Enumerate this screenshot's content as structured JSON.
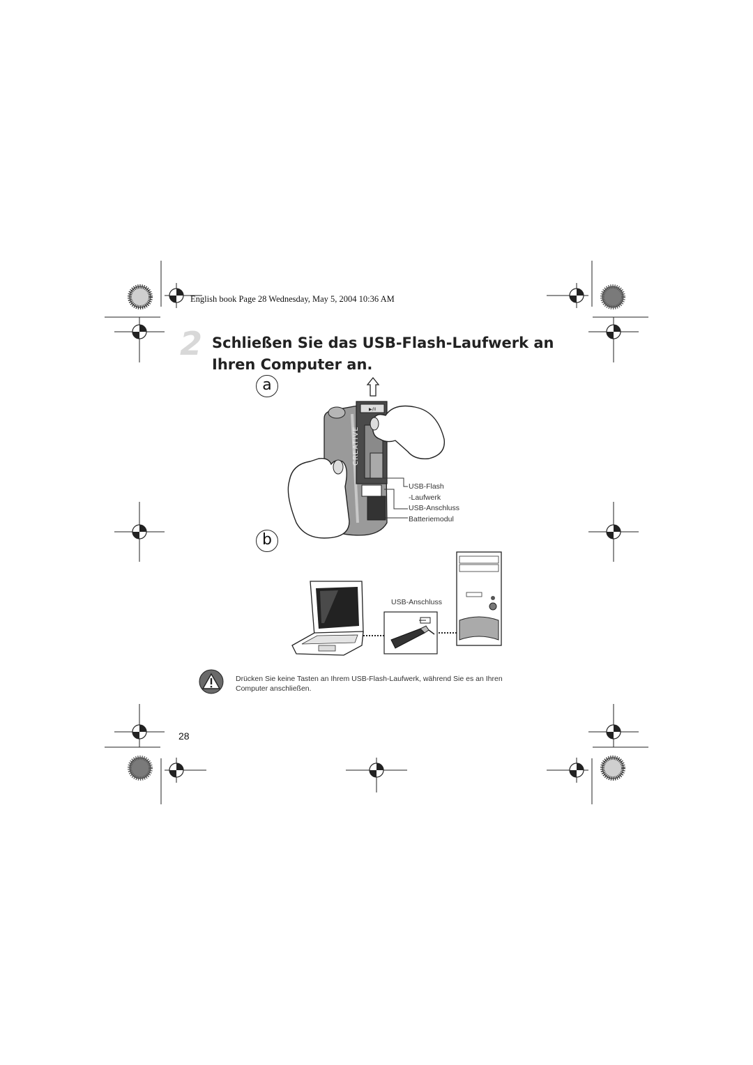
{
  "header": {
    "running_line": "English book  Page 28  Wednesday, May 5, 2004  10:36 AM"
  },
  "step": {
    "number": "2",
    "title_line1": "Schließen Sie das USB-Flash-Laufwerk an",
    "title_line2": "Ihren Computer an."
  },
  "figure_a": {
    "label": "a",
    "brand": "CREATIVE",
    "callouts": [
      "USB-Flash",
      "-Laufwerk",
      "USB-Anschluss",
      "Batteriemodul"
    ]
  },
  "figure_b": {
    "label": "b",
    "callout": "USB-Anschluss"
  },
  "warning": {
    "icon": "warning-triangle-icon",
    "text": "Drücken Sie keine Tasten an Ihrem USB-Flash-Laufwerk, während Sie es an Ihren Computer anschließen."
  },
  "footer": {
    "page_number": "28"
  }
}
